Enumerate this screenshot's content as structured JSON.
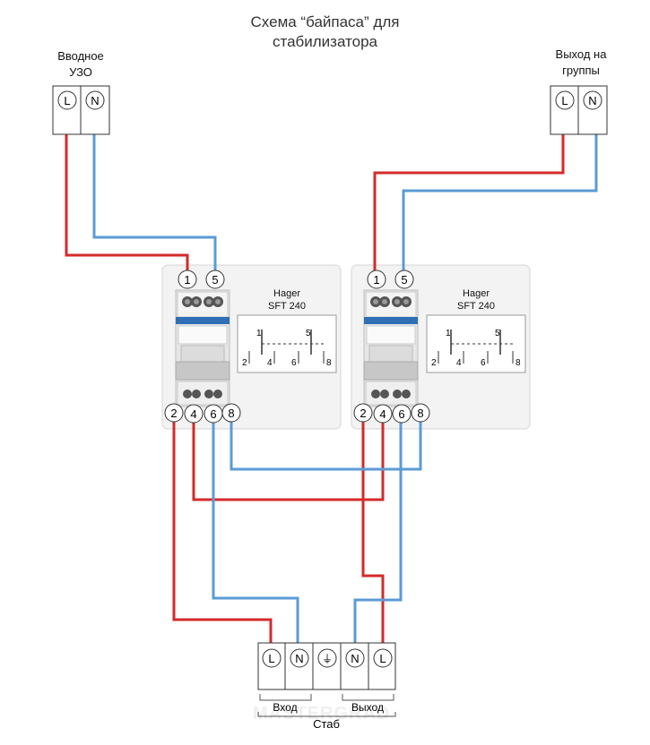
{
  "title_line1": "Схема “байпаса” для",
  "title_line2": "стабилизатора",
  "input_terminal": {
    "label_line1": "Вводное",
    "label_line2": "УЗО",
    "left": "L",
    "right": "N"
  },
  "output_terminal": {
    "label_line1": "Выход на",
    "label_line2": "группы",
    "left": "L",
    "right": "N"
  },
  "switch_left": {
    "brand": "Hager",
    "model": "SFT 240",
    "top_pins": [
      "1",
      "5"
    ],
    "bottom_pins": [
      "2",
      "4",
      "6",
      "8"
    ],
    "scheme_top": [
      "1",
      "5"
    ],
    "scheme_bottom": [
      "2",
      "4",
      "6",
      "8"
    ]
  },
  "switch_right": {
    "brand": "Hager",
    "model": "SFT 240",
    "top_pins": [
      "1",
      "5"
    ],
    "bottom_pins": [
      "2",
      "4",
      "6",
      "8"
    ],
    "scheme_top": [
      "1",
      "5"
    ],
    "scheme_bottom": [
      "2",
      "4",
      "6",
      "8"
    ]
  },
  "stab_terminal": {
    "cells": [
      "L",
      "N",
      "⏚",
      "N",
      "L"
    ],
    "input_label": "Вход",
    "output_label": "Выход",
    "name": "Стаб"
  },
  "watermark": "MASTERGRAD",
  "colors": {
    "phase": "#d42a2a",
    "neutral": "#5b9bd5",
    "panel": "#f3f3f3",
    "panel_border": "#d6d6d6"
  }
}
